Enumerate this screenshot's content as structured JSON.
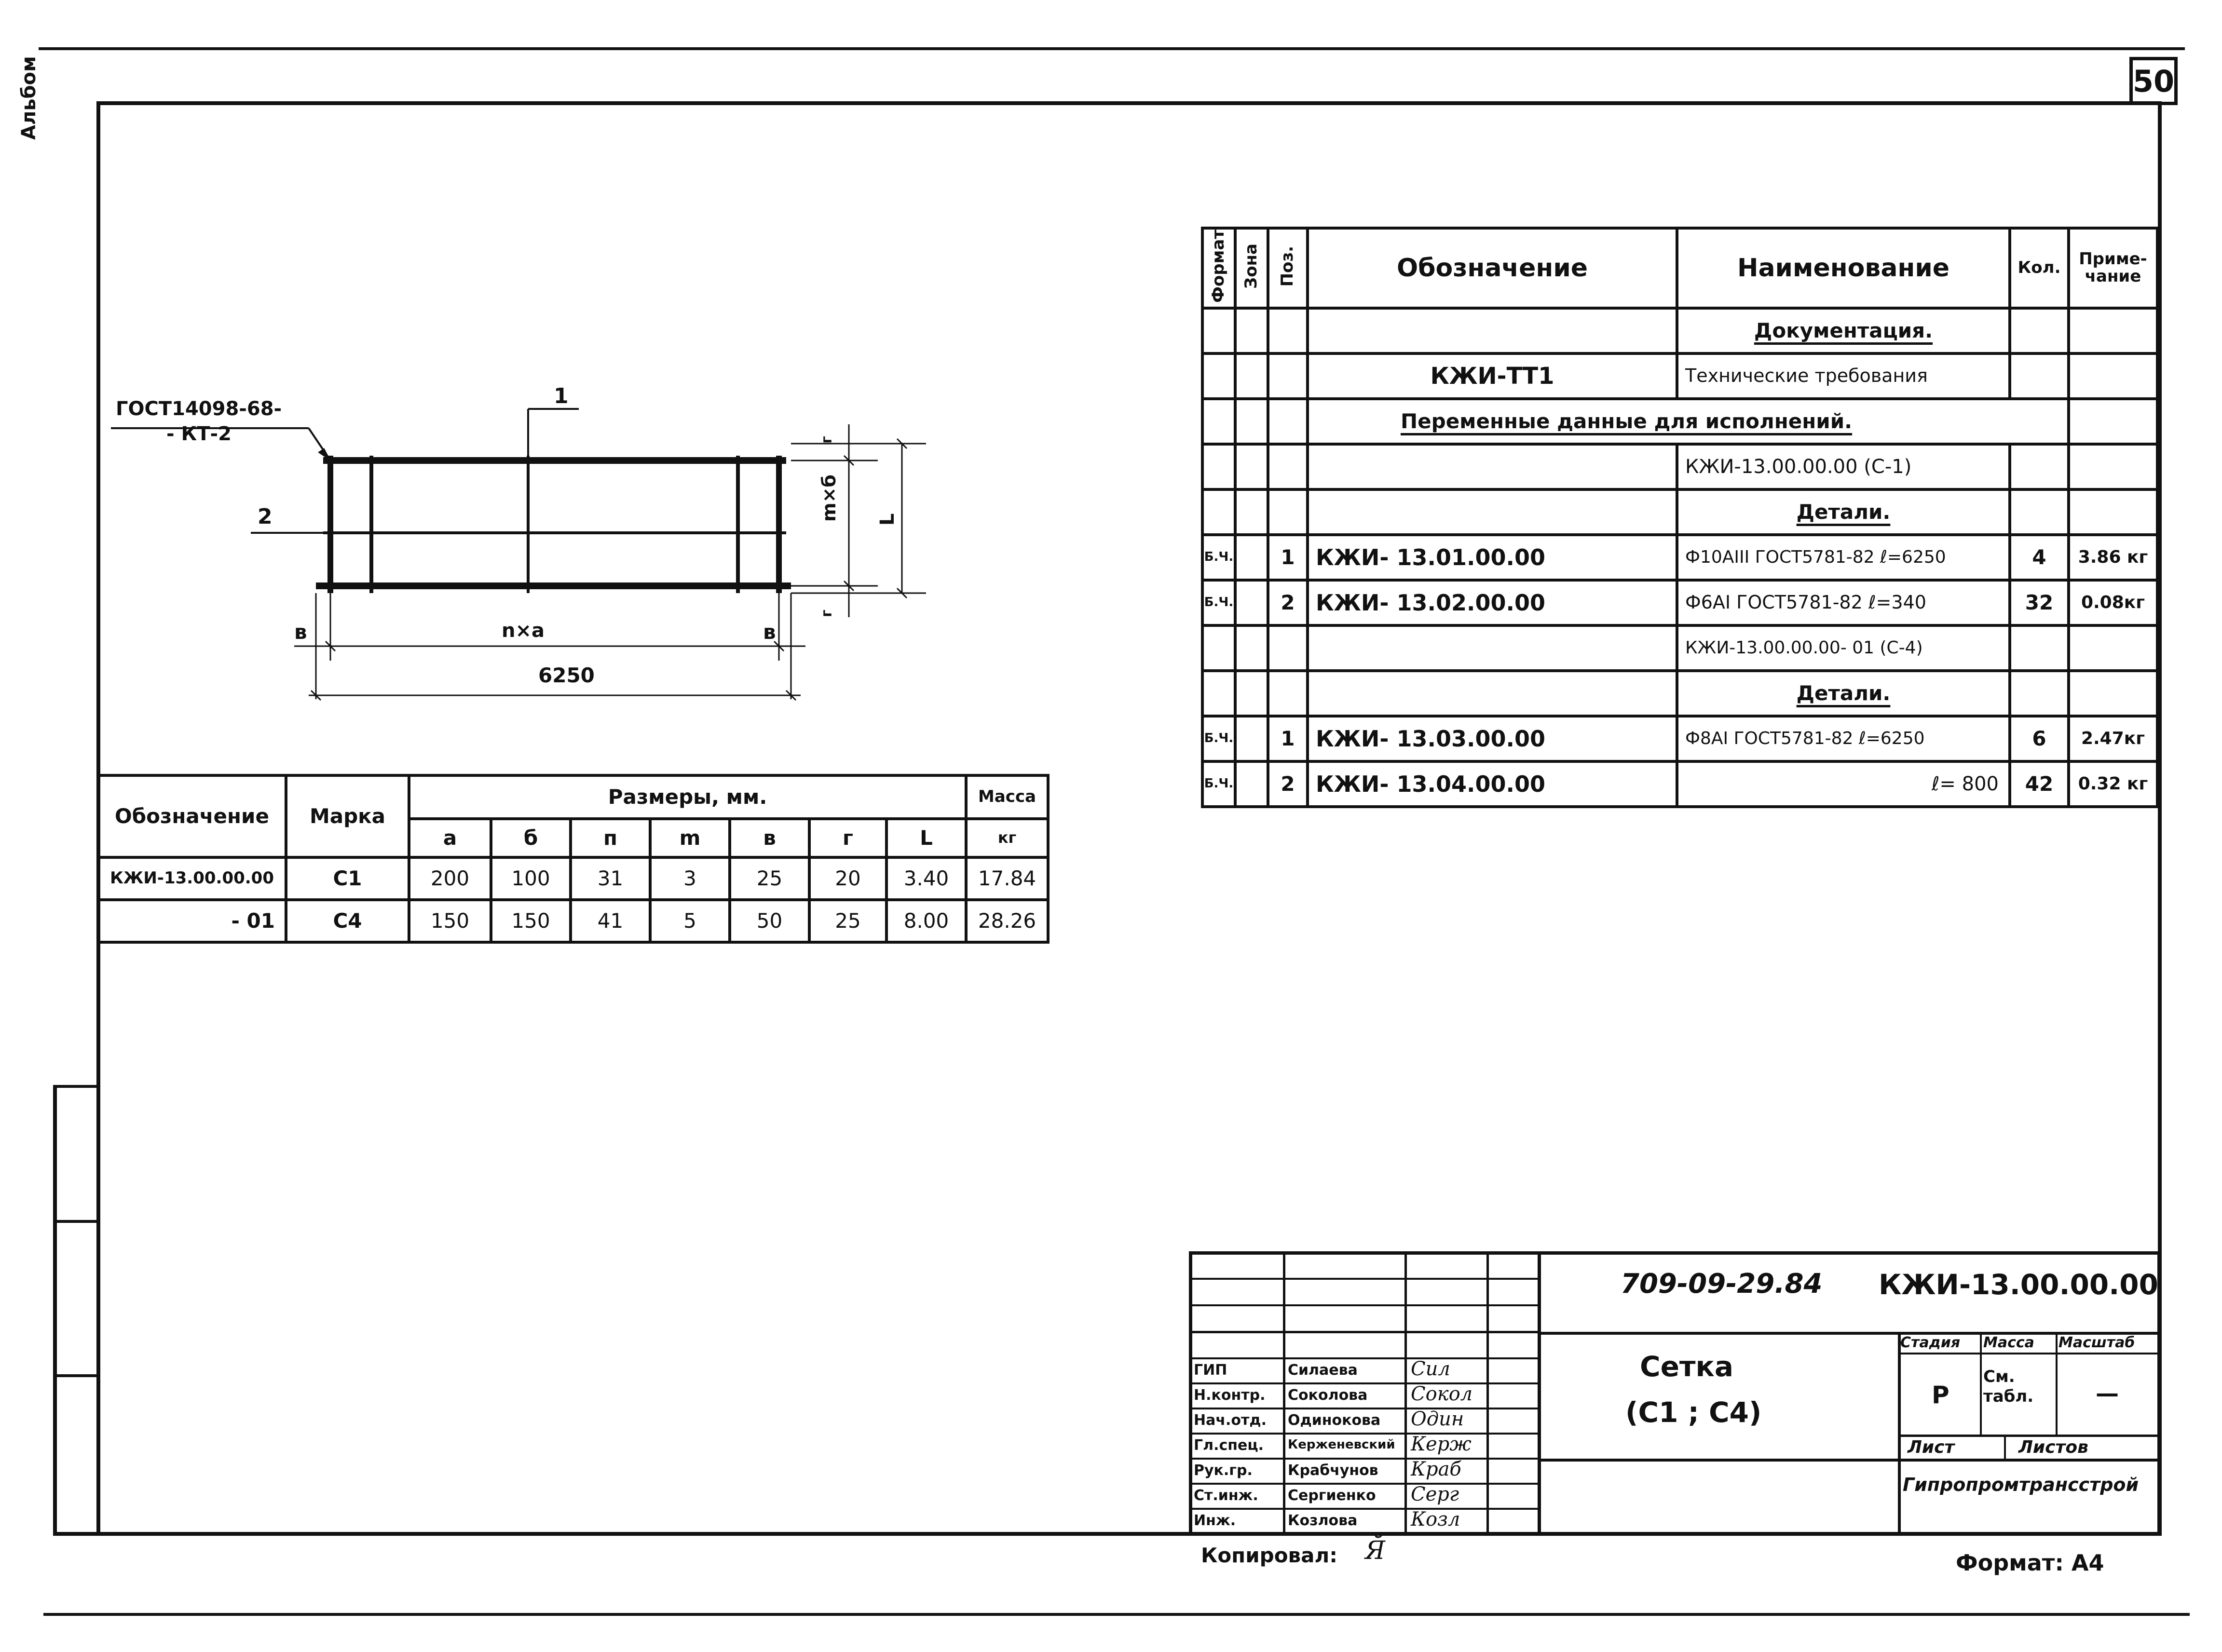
{
  "sheet": {
    "page_number": "50",
    "side_label": "Альбом",
    "copied_label": "Копировал:",
    "format_label": "Формат: А4"
  },
  "drawing": {
    "gost_label_1": "ГОСТ14098-68-",
    "gost_label_2": "- КТ-2",
    "pos1": "1",
    "pos2": "2",
    "dim_na": "n×a",
    "dim_total": "6250",
    "dim_v_left": "в",
    "dim_v_right": "в",
    "dim_mb": "m×б",
    "dim_L": "L",
    "dim_g_top": "г",
    "dim_g_bottom": "г"
  },
  "dims_table": {
    "h_designation": "Обозначение",
    "h_mark": "Марка",
    "h_sizes": "Размеры, мм.",
    "h_mass": "Масса",
    "h_mass_unit": "кг",
    "columns": [
      "a",
      "б",
      "п",
      "m",
      "в",
      "г",
      "L"
    ],
    "rows": [
      {
        "designation": "КЖИ-13.00.00.00",
        "mark": "С1",
        "a": "200",
        "b": "100",
        "n": "31",
        "m": "3",
        "v": "25",
        "g": "20",
        "L": "3.40",
        "mass": "17.84"
      },
      {
        "designation": "- 01",
        "mark": "С4",
        "a": "150",
        "b": "150",
        "n": "41",
        "m": "5",
        "v": "50",
        "g": "25",
        "L": "8.00",
        "mass": "28.26"
      }
    ]
  },
  "spec": {
    "h_format": "Формат",
    "h_zone": "Зона",
    "h_pos": "Поз.",
    "h_designation": "Обозначение",
    "h_name": "Наименование",
    "h_qty": "Кол.",
    "h_note": "Приме-чание",
    "documentation": "Документация.",
    "tt_designation": "КЖИ-ТТ1",
    "tt_name": "Технические требования",
    "variable_data": "Переменные данные для исполнений.",
    "var1": "КЖИ-13.00.00.00 (С-1)",
    "details1": "Детали.",
    "var2": "КЖИ-13.00.00.00- 01 (С-4)",
    "details2": "Детали.",
    "items": [
      {
        "format": "Б.Ч.",
        "pos": "1",
        "designation": "КЖИ- 13.01.00.00",
        "name": "Ф10АIII ГОСТ5781-82 ℓ=6250",
        "qty": "4",
        "note": "3.86 кг"
      },
      {
        "format": "Б.Ч.",
        "pos": "2",
        "designation": "КЖИ- 13.02.00.00",
        "name": "Ф6АI ГОСТ5781-82 ℓ=340",
        "qty": "32",
        "note": "0.08кг"
      },
      {
        "format": "Б.Ч.",
        "pos": "1",
        "designation": "КЖИ- 13.03.00.00",
        "name": "Ф8АI ГОСТ5781-82 ℓ=6250",
        "qty": "6",
        "note": "2.47кг"
      },
      {
        "format": "Б.Ч.",
        "pos": "2",
        "designation": "КЖИ- 13.04.00.00",
        "name": "ℓ= 800",
        "qty": "42",
        "note": "0.32 кг"
      }
    ]
  },
  "title_block": {
    "project_code": "709-09-29.84",
    "doc_code": "КЖИ-13.00.00.00",
    "title_1": "Сетка",
    "title_2": "(С1 ; С4)",
    "h_stage": "Стадия",
    "h_mass": "Масса",
    "h_scale": "Масштаб",
    "stage": "Р",
    "mass": "См. табл.",
    "scale": "—",
    "h_sheet": "Лист",
    "h_sheets": "Листов",
    "organization": "Гипропромтрансстрой",
    "staff": [
      {
        "role": "ГИП",
        "name": "Силаева",
        "sign": "Сил"
      },
      {
        "role": "Н.контр.",
        "name": "Соколова",
        "sign": "Сокол"
      },
      {
        "role": "Нач.отд.",
        "name": "Одинокова",
        "sign": "Один"
      },
      {
        "role": "Гл.спец.",
        "name": "Керженевский",
        "sign": "Керж"
      },
      {
        "role": "Рук.гр.",
        "name": "Крабчунов",
        "sign": "Краб"
      },
      {
        "role": "Ст.инж.",
        "name": "Сергиенко",
        "sign": "Серг"
      },
      {
        "role": "Инж.",
        "name": "Козлова",
        "sign": "Козл"
      }
    ]
  }
}
